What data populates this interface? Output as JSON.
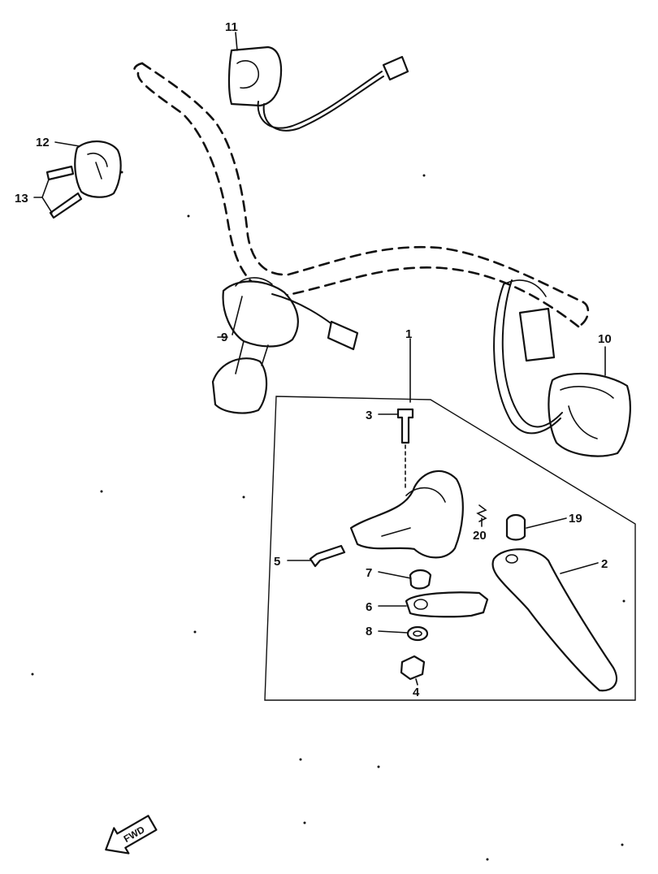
{
  "callouts": [
    {
      "id": "1",
      "text": "1"
    },
    {
      "id": "2",
      "text": "2"
    },
    {
      "id": "3",
      "text": "3"
    },
    {
      "id": "4",
      "text": "4"
    },
    {
      "id": "5",
      "text": "5"
    },
    {
      "id": "6",
      "text": "6"
    },
    {
      "id": "7",
      "text": "7"
    },
    {
      "id": "8",
      "text": "8"
    },
    {
      "id": "9",
      "text": "9"
    },
    {
      "id": "10",
      "text": "10"
    },
    {
      "id": "11",
      "text": "11"
    },
    {
      "id": "12",
      "text": "12"
    },
    {
      "id": "13",
      "text": "13"
    },
    {
      "id": "19",
      "text": "19"
    },
    {
      "id": "20",
      "text": "20"
    }
  ],
  "fwd_arrow": {
    "text": "FWD"
  },
  "icons": {
    "fwd": "fwd-arrow-icon",
    "handlebar": "handlebar-outline-icon"
  },
  "colors": {
    "ink": "#111111",
    "paper": "#ffffff"
  }
}
